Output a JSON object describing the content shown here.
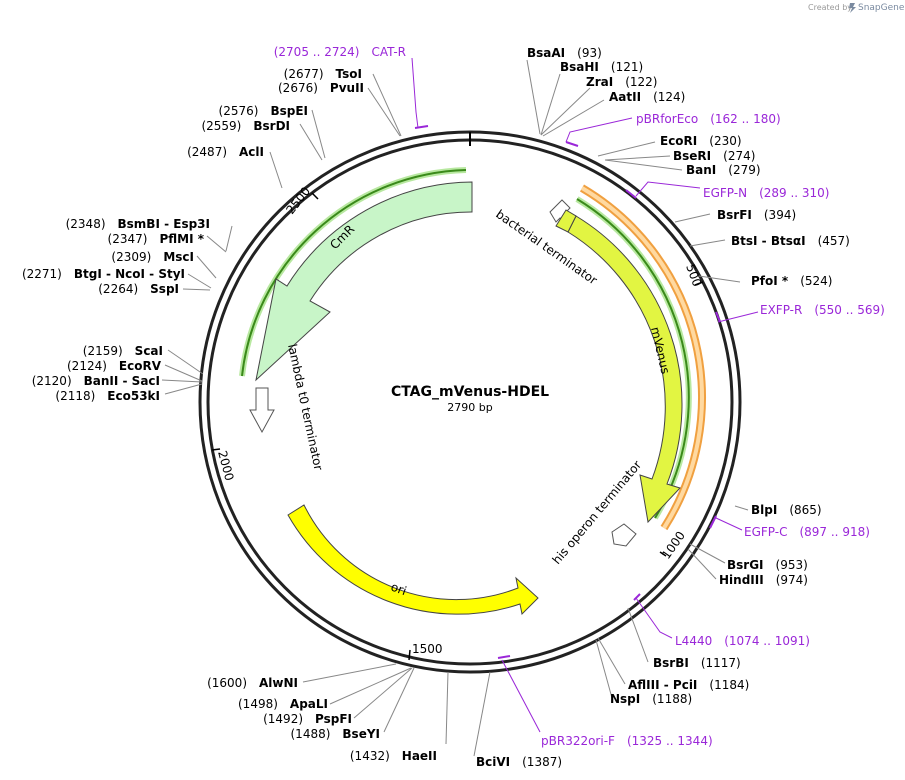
{
  "credit": {
    "prefix": "Created by",
    "brand": "SnapGene"
  },
  "plasmid": {
    "name": "CTAG_mVenus-HDEL",
    "size": "2790 bp"
  },
  "ticks": [
    "500",
    "1000",
    "1500",
    "2000",
    "2500"
  ],
  "enzymes": [
    {
      "name": "BsaAI",
      "pos": "(93)"
    },
    {
      "name": "BsaHI",
      "pos": "(121)"
    },
    {
      "name": "ZraI",
      "pos": "(122)"
    },
    {
      "name": "AatII",
      "pos": "(124)"
    },
    {
      "name": "EcoRI",
      "pos": "(230)"
    },
    {
      "name": "BseRI",
      "pos": "(274)"
    },
    {
      "name": "BanI",
      "pos": "(279)"
    },
    {
      "name": "BsrFI",
      "pos": "(394)"
    },
    {
      "name": "BtsI - BtsαI",
      "pos": "(457)"
    },
    {
      "name": "PfoI *",
      "pos": "(524)"
    },
    {
      "name": "BlpI",
      "pos": "(865)"
    },
    {
      "name": "BsrGI",
      "pos": "(953)"
    },
    {
      "name": "HindIII",
      "pos": "(974)"
    },
    {
      "name": "BsrBI",
      "pos": "(1117)"
    },
    {
      "name": "AflIII - PciI",
      "pos": "(1184)"
    },
    {
      "name": "NspI",
      "pos": "(1188)"
    },
    {
      "name": "BciVI",
      "pos": "(1387)"
    },
    {
      "name": "HaeII",
      "pos": "(1432)"
    },
    {
      "name": "BseYI",
      "pos": "(1488)"
    },
    {
      "name": "PspFI",
      "pos": "(1492)"
    },
    {
      "name": "ApaLI",
      "pos": "(1498)"
    },
    {
      "name": "AlwNI",
      "pos": "(1600)"
    },
    {
      "name": "Eco53kI",
      "pos": "(2118)"
    },
    {
      "name": "BanII - SacI",
      "pos": "(2120)"
    },
    {
      "name": "EcoRV",
      "pos": "(2124)"
    },
    {
      "name": "ScaI",
      "pos": "(2159)"
    },
    {
      "name": "SspI",
      "pos": "(2264)"
    },
    {
      "name": "BtgI - NcoI - StyI",
      "pos": "(2271)"
    },
    {
      "name": "MscI",
      "pos": "(2309)"
    },
    {
      "name": "PflMI *",
      "pos": "(2347)"
    },
    {
      "name": "BsmBI - Esp3I",
      "pos": "(2348)"
    },
    {
      "name": "AclI",
      "pos": "(2487)"
    },
    {
      "name": "BsrDI",
      "pos": "(2559)"
    },
    {
      "name": "BspEI",
      "pos": "(2576)"
    },
    {
      "name": "PvuII",
      "pos": "(2676)"
    },
    {
      "name": "TsoI",
      "pos": "(2677)"
    }
  ],
  "primers": [
    {
      "name": "CAT-R",
      "range": "(2705 .. 2724)"
    },
    {
      "name": "pBRforEco",
      "range": "(162 .. 180)"
    },
    {
      "name": "EGFP-N",
      "range": "(289 .. 310)"
    },
    {
      "name": "EXFP-R",
      "range": "(550 .. 569)"
    },
    {
      "name": "EGFP-C",
      "range": "(897 .. 918)"
    },
    {
      "name": "L4440",
      "range": "(1074 .. 1091)"
    },
    {
      "name": "pBR322ori-F",
      "range": "(1325 .. 1344)"
    }
  ],
  "features": [
    {
      "name": "CmR",
      "color": "#c8f5c8"
    },
    {
      "name": "lambda t0 terminator",
      "color": "#ffffff"
    },
    {
      "name": "bacterial terminator",
      "color": "#ffffff"
    },
    {
      "name": "mVenus",
      "color": "#e2f542"
    },
    {
      "name": "his operon terminator",
      "color": "#ffffff"
    },
    {
      "name": "ori",
      "color": "#ffff00"
    }
  ],
  "colors": {
    "primer": "#9a27d8",
    "orange_band": "#f0a040",
    "green_band": "#3a8a1a"
  }
}
